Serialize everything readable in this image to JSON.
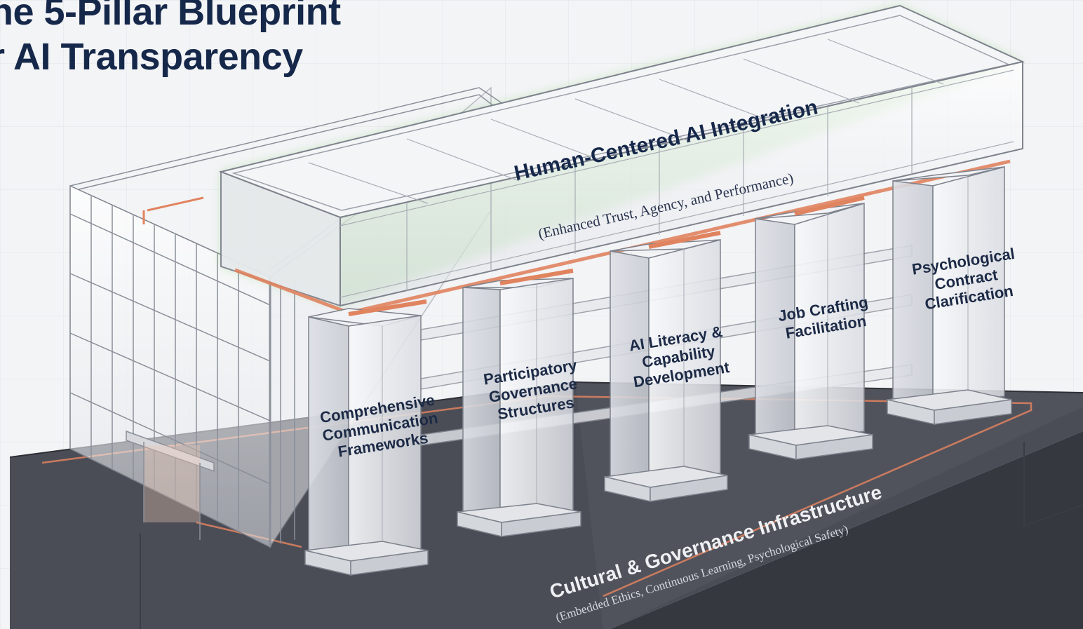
{
  "title": {
    "line1": "he 5-Pillar Blueprint",
    "line2": "r AI Transparency"
  },
  "roof": {
    "label": "Human-Centered AI Integration",
    "sublabel": "(Enhanced Trust, Agency, and Performance)"
  },
  "pillars": [
    {
      "label": "Comprehensive\nCommunication\nFrameworks"
    },
    {
      "label": "Participatory\nGovernance\nStructures"
    },
    {
      "label": "AI Literacy &\nCapability\nDevelopment"
    },
    {
      "label": "Job Crafting\nFacilitation"
    },
    {
      "label": "Psychological\nContract\nClarification"
    }
  ],
  "foundation": {
    "label": "Cultural & Governance Infrastructure",
    "sublabel": "(Embedded Ethics, Continuous Learning, Psychological Safety)"
  },
  "colors": {
    "navy": "#16284a",
    "accent_orange": "#e0835f",
    "glow_green": "#8fd07a",
    "foundation": "#4a4d56",
    "line": "#8a8f99"
  }
}
